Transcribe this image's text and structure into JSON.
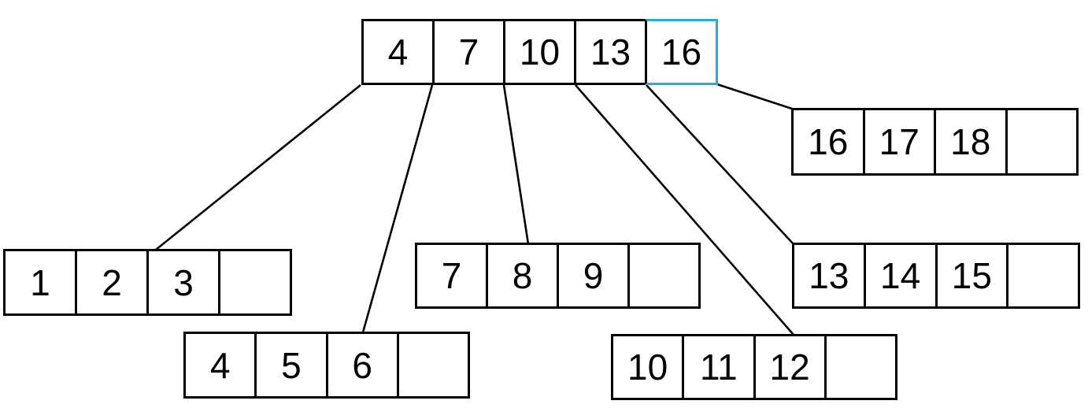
{
  "colors": {
    "accent": "#29ABE2",
    "line": "#000000",
    "border": "#000000",
    "background": "#ffffff"
  },
  "tree": {
    "root": {
      "cells": [
        "4",
        "7",
        "10",
        "13",
        "16"
      ],
      "highlighted_cell_value": "16",
      "highlighted_cell_index": 4
    },
    "leaves": [
      {
        "cells": [
          "1",
          "2",
          "3",
          ""
        ]
      },
      {
        "cells": [
          "4",
          "5",
          "6",
          ""
        ]
      },
      {
        "cells": [
          "7",
          "8",
          "9",
          ""
        ]
      },
      {
        "cells": [
          "10",
          "11",
          "12",
          ""
        ]
      },
      {
        "cells": [
          "13",
          "14",
          "15",
          ""
        ]
      },
      {
        "cells": [
          "16",
          "17",
          "18",
          ""
        ]
      }
    ]
  }
}
